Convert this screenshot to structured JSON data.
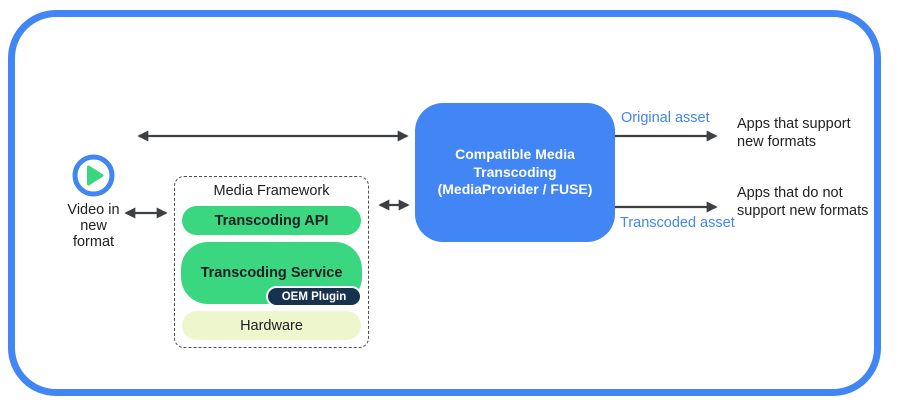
{
  "colors": {
    "blue": "#4285f4",
    "green": "#3bd680",
    "navy": "#17324e",
    "pale": "#eef6ce",
    "arrow": "#3c4043",
    "text": "#202124"
  },
  "source": {
    "icon": "play-icon",
    "label": "Video in\nnew\nformat"
  },
  "framework": {
    "title": "Media Framework",
    "layers": {
      "api": "Transcoding API",
      "service": "Transcoding Service",
      "oem": "OEM Plugin",
      "hardware": "Hardware"
    }
  },
  "transcoder": {
    "label": "Compatible Media\nTranscoding\n(MediaProvider / FUSE)"
  },
  "outputs": {
    "original": {
      "flow_label": "Original asset",
      "target": "Apps that support\nnew formats"
    },
    "transcoded": {
      "flow_label": "Transcoded asset",
      "target": "Apps that do not\nsupport new formats"
    }
  }
}
